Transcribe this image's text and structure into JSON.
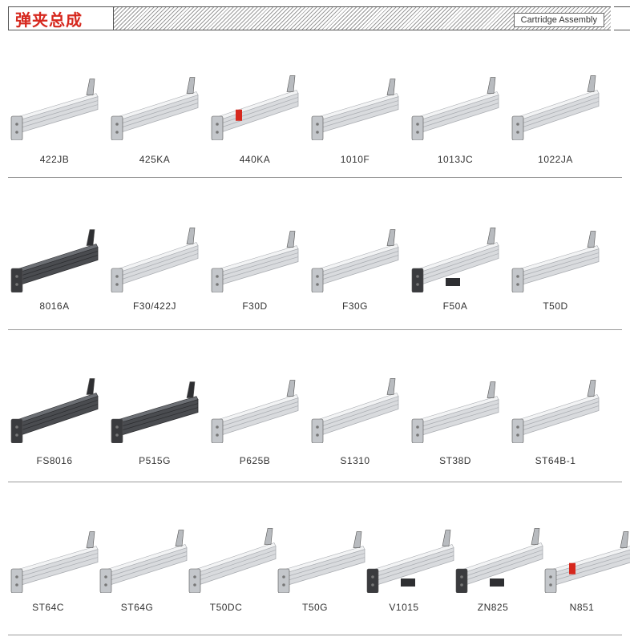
{
  "header": {
    "title_cn": "弹夹总成",
    "title_en": "Cartridge Assembly"
  },
  "rows": [
    {
      "items": [
        {
          "model": "422JB",
          "style": "silver"
        },
        {
          "model": "425KA",
          "style": "silver"
        },
        {
          "model": "440KA",
          "style": "silver-red"
        },
        {
          "model": "1010F",
          "style": "silver"
        },
        {
          "model": "1013JC",
          "style": "silver"
        },
        {
          "model": "1022JA",
          "style": "silver"
        }
      ]
    },
    {
      "items": [
        {
          "model": "8016A",
          "style": "dark"
        },
        {
          "model": "F30/422J",
          "style": "silver"
        },
        {
          "model": "F30D",
          "style": "silver"
        },
        {
          "model": "F30G",
          "style": "silver"
        },
        {
          "model": "F50A",
          "style": "silver-dark"
        },
        {
          "model": "T50D",
          "style": "silver"
        }
      ]
    },
    {
      "items": [
        {
          "model": "FS8016",
          "style": "dark"
        },
        {
          "model": "P515G",
          "style": "dark"
        },
        {
          "model": "P625B",
          "style": "silver"
        },
        {
          "model": "S1310",
          "style": "silver"
        },
        {
          "model": "ST38D",
          "style": "silver"
        },
        {
          "model": "ST64B-1",
          "style": "silver"
        }
      ]
    },
    {
      "items": [
        {
          "model": "ST64C",
          "style": "silver"
        },
        {
          "model": "ST64G",
          "style": "silver"
        },
        {
          "model": "T50DC",
          "style": "silver"
        },
        {
          "model": "T50G",
          "style": "silver"
        },
        {
          "model": "V1015",
          "style": "silver-dark"
        },
        {
          "model": "ZN825",
          "style": "silver-dark"
        },
        {
          "model": "N851",
          "style": "silver-red"
        }
      ]
    }
  ],
  "colors": {
    "accent_red": "#d6281e",
    "silver": "#d8dadd",
    "dark": "#3b3d40"
  }
}
